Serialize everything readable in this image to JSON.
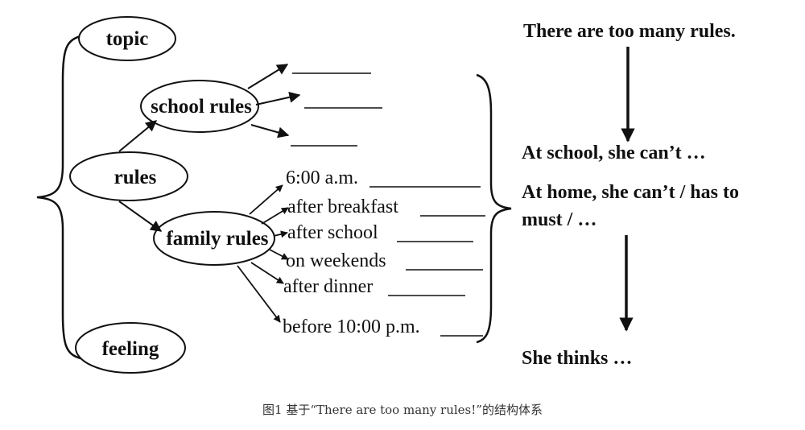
{
  "nodes": {
    "topic": "topic",
    "rules": "rules",
    "school_rules": "school rules",
    "family_rules": "family rules",
    "feeling": "feeling"
  },
  "family_times": [
    "6:00 a.m.",
    "after breakfast",
    "after school",
    "on weekends",
    "after dinner",
    "before 10:00 p.m."
  ],
  "flow": {
    "line1": "There are too many rules.",
    "line2": "At school, she can’t …",
    "line3a": "At home, she can’t / has to",
    "line3b": "must / …",
    "line4": "She thinks …"
  },
  "caption": "图1   基于“There are too many rules!”的结构体系"
}
